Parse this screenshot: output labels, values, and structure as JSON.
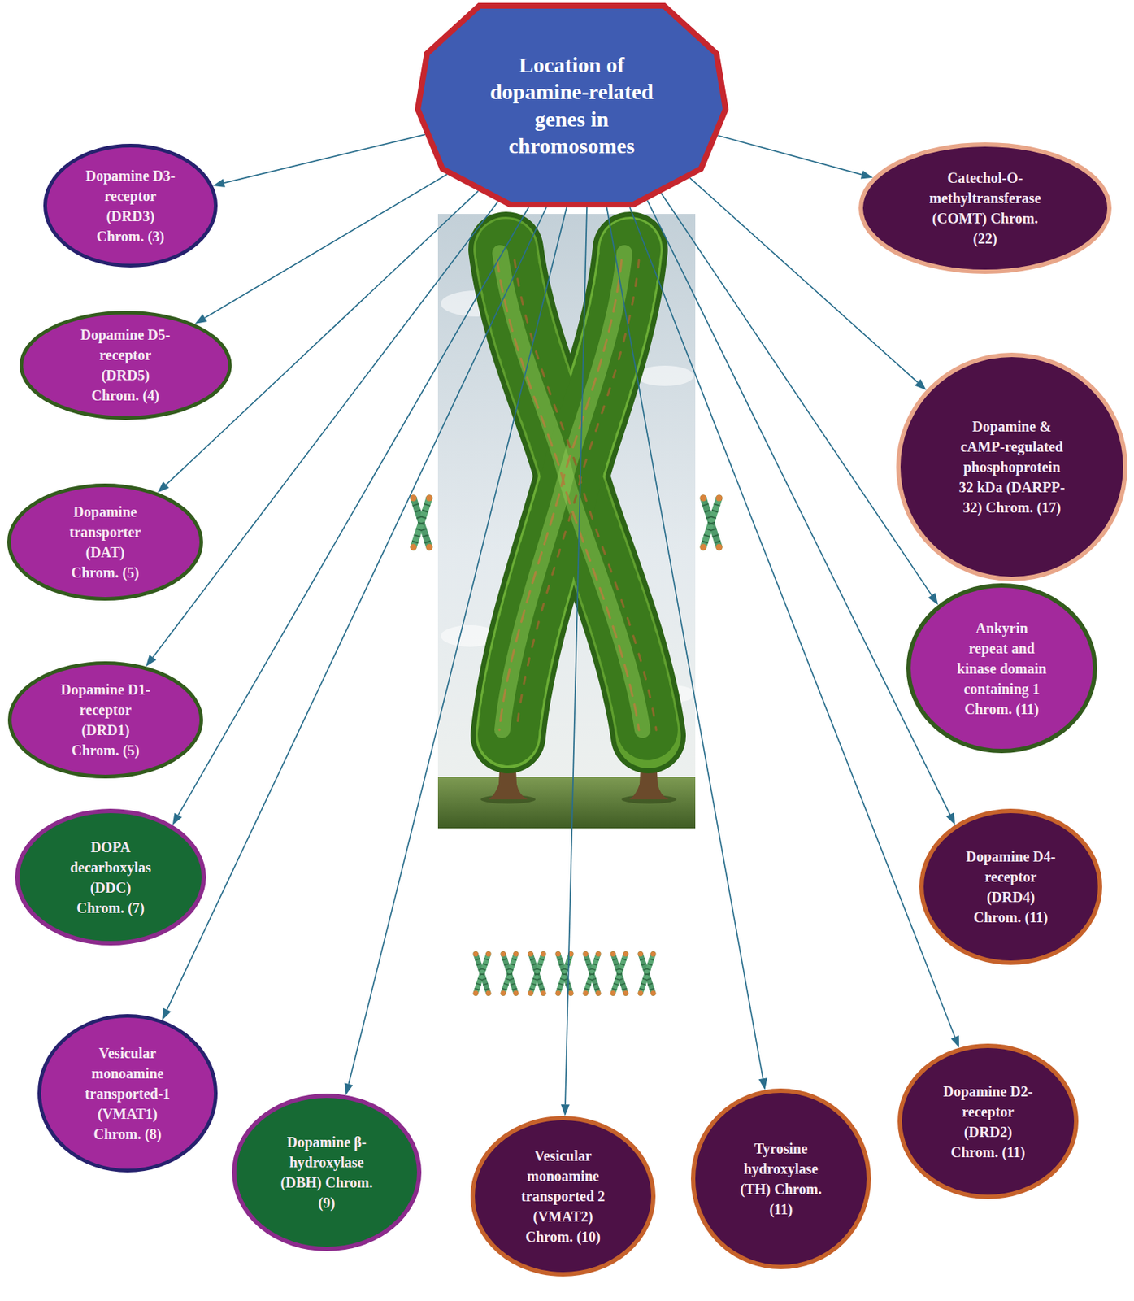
{
  "diagram": {
    "nodes": [
      {
        "text": [
          "Location of dopamine-related genes in chromosomes"
        ]
      },
      {
        "text": [
          "Dopamine D3-receptor (DRD3) Chrom. (3)"
        ]
      },
      {
        "text": [
          "Catechol-O-methyltransferase (COMT) Chrom. (22)"
        ]
      },
      {
        "text": [
          "Dopamine D5-receptor (DRD5) Chrom. (4)"
        ]
      },
      {
        "text": [
          "Dopamine & cAMP-regulated phosphoprotein 32 kDa (DARPP-32) Chrom. (17)"
        ]
      },
      {
        "text": [
          "Dopamine transporter (DAT) Chrom. (5)"
        ]
      },
      {
        "text": [
          "Ankyrin repeat and kinase domain containing 1 Chrom. (11)"
        ]
      },
      {
        "text": [
          "Dopamine D1-receptor (DRD1) Chrom. (5)"
        ]
      },
      {
        "text": [
          "DOPA decarboxylas (DDC) Chrom. (7)"
        ]
      },
      {
        "text": [
          "Dopamine D4-receptor (DRD4) Chrom. (11)"
        ]
      },
      {
        "text": [
          "Vesicular monoamine transported-1 (VMAT1) Chrom. (8)"
        ]
      },
      {
        "text": [
          "Dopamine D2-receptor (DRD2) Chrom. (11)"
        ]
      },
      {
        "text": [
          "Dopamine β-hydroxylase (DBH) Chrom. (9)"
        ]
      },
      {
        "text": [
          "Vesicular monoamine transported 2 (VMAT2) Chrom. (10)"
        ]
      },
      {
        "text": [
          "Tyrosine hydroxylase (TH) Chrom. (11)"
        ]
      }
    ],
    "edges": [
      {
        "from": 0,
        "to": 1,
        "arrow": "to"
      },
      {
        "from": 0,
        "to": 2,
        "arrow": "to"
      },
      {
        "from": 0,
        "to": 3,
        "arrow": "to"
      },
      {
        "from": 0,
        "to": 4,
        "arrow": "to"
      },
      {
        "from": 0,
        "to": 5,
        "arrow": "to"
      },
      {
        "from": 0,
        "to": 6,
        "arrow": "to"
      },
      {
        "from": 0,
        "to": 7,
        "arrow": "to"
      },
      {
        "from": 0,
        "to": 8,
        "arrow": "to"
      },
      {
        "from": 0,
        "to": 9,
        "arrow": "to"
      },
      {
        "from": 0,
        "to": 10,
        "arrow": "to"
      },
      {
        "from": 0,
        "to": 11,
        "arrow": "to"
      },
      {
        "from": 0,
        "to": 12,
        "arrow": "to"
      },
      {
        "from": 0,
        "to": 13,
        "arrow": "to"
      },
      {
        "from": 0,
        "to": 14,
        "arrow": "to"
      }
    ]
  }
}
